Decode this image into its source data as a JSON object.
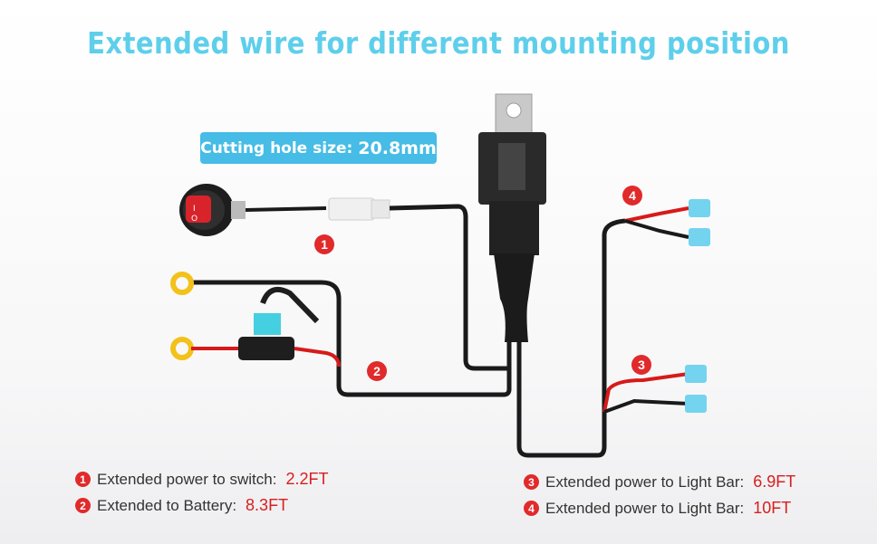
{
  "title": "Extended wire for different mounting position",
  "hole_size": {
    "label": "Cutting hole size:",
    "value": "20.8mm"
  },
  "markers": [
    "1",
    "2",
    "3",
    "4"
  ],
  "legend": [
    {
      "num": "1",
      "text": "Extended power to switch:",
      "value": "2.2FT"
    },
    {
      "num": "2",
      "text": "Extended to Battery:",
      "value": "8.3FT"
    },
    {
      "num": "3",
      "text": "Extended power to Light Bar:",
      "value": "6.9FT"
    },
    {
      "num": "4",
      "text": "Extended power to Light Bar:",
      "value": "10FT"
    }
  ],
  "colors": {
    "title": "#5ecfeb",
    "badge": "#46bce6",
    "marker": "#e12a2a",
    "value": "#d81e1e",
    "wire": "#1a1a1a",
    "red_wire": "#d71a1a",
    "terminal": "#74d3ee",
    "ring": "#f2c21a"
  }
}
